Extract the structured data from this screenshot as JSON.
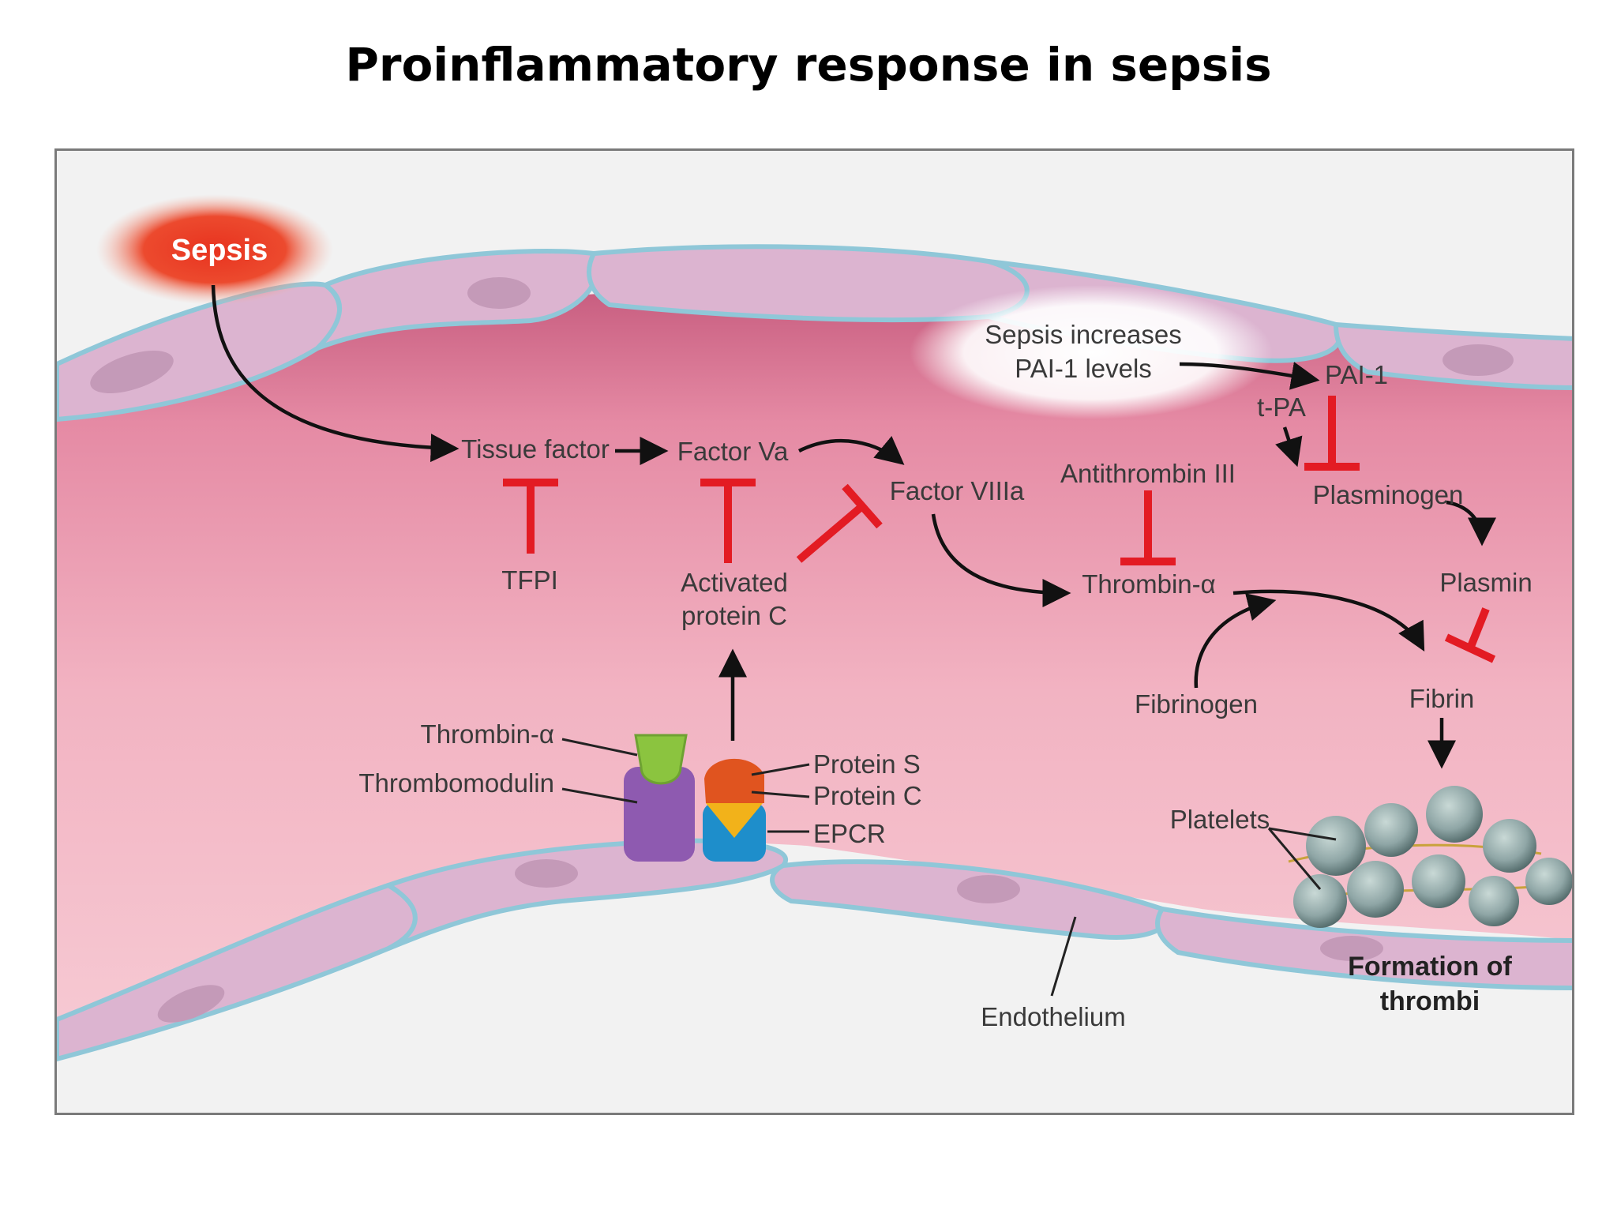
{
  "title": "Proinflammatory response in sepsis",
  "colors": {
    "inhibition": "#e31b23",
    "vessel_wall": "#e7a7b8",
    "endothelium_cell": "#dcb4d0",
    "sepsis_glow": "#e8331f",
    "thrombin": "#8bc43f",
    "thrombomodulin": "#8e5ab0",
    "protein_s": "#e0541f",
    "protein_c": "#f2b21a",
    "epcr": "#1e8ecb",
    "platelets": "#8fa6a6"
  },
  "labels": {
    "sepsis": "Sepsis",
    "tissue_factor": "Tissue factor",
    "factor_va": "Factor Va",
    "factor_viiia": "Factor VIIIa",
    "tfpi": "TFPI",
    "activated_protein_c_line1": "Activated",
    "activated_protein_c_line2": "protein C",
    "sepsis_pai_line1": "Sepsis increases",
    "sepsis_pai_line2": "PAI-1 levels",
    "pai1": "PAI-1",
    "tpa": "t-PA",
    "plasminogen": "Plasminogen",
    "plasmin": "Plasmin",
    "antithrombin": "Antithrombin III",
    "thrombin_alpha": "Thrombin-α",
    "fibrinogen": "Fibrinogen",
    "fibrin": "Fibrin",
    "thrombin_alpha_2": "Thrombin-α",
    "thrombomodulin": "Thrombomodulin",
    "protein_s": "Protein S",
    "protein_c": "Protein C",
    "epcr": "EPCR",
    "platelets": "Platelets",
    "formation_line1": "Formation of",
    "formation_line2": "thrombi",
    "endothelium": "Endothelium"
  }
}
